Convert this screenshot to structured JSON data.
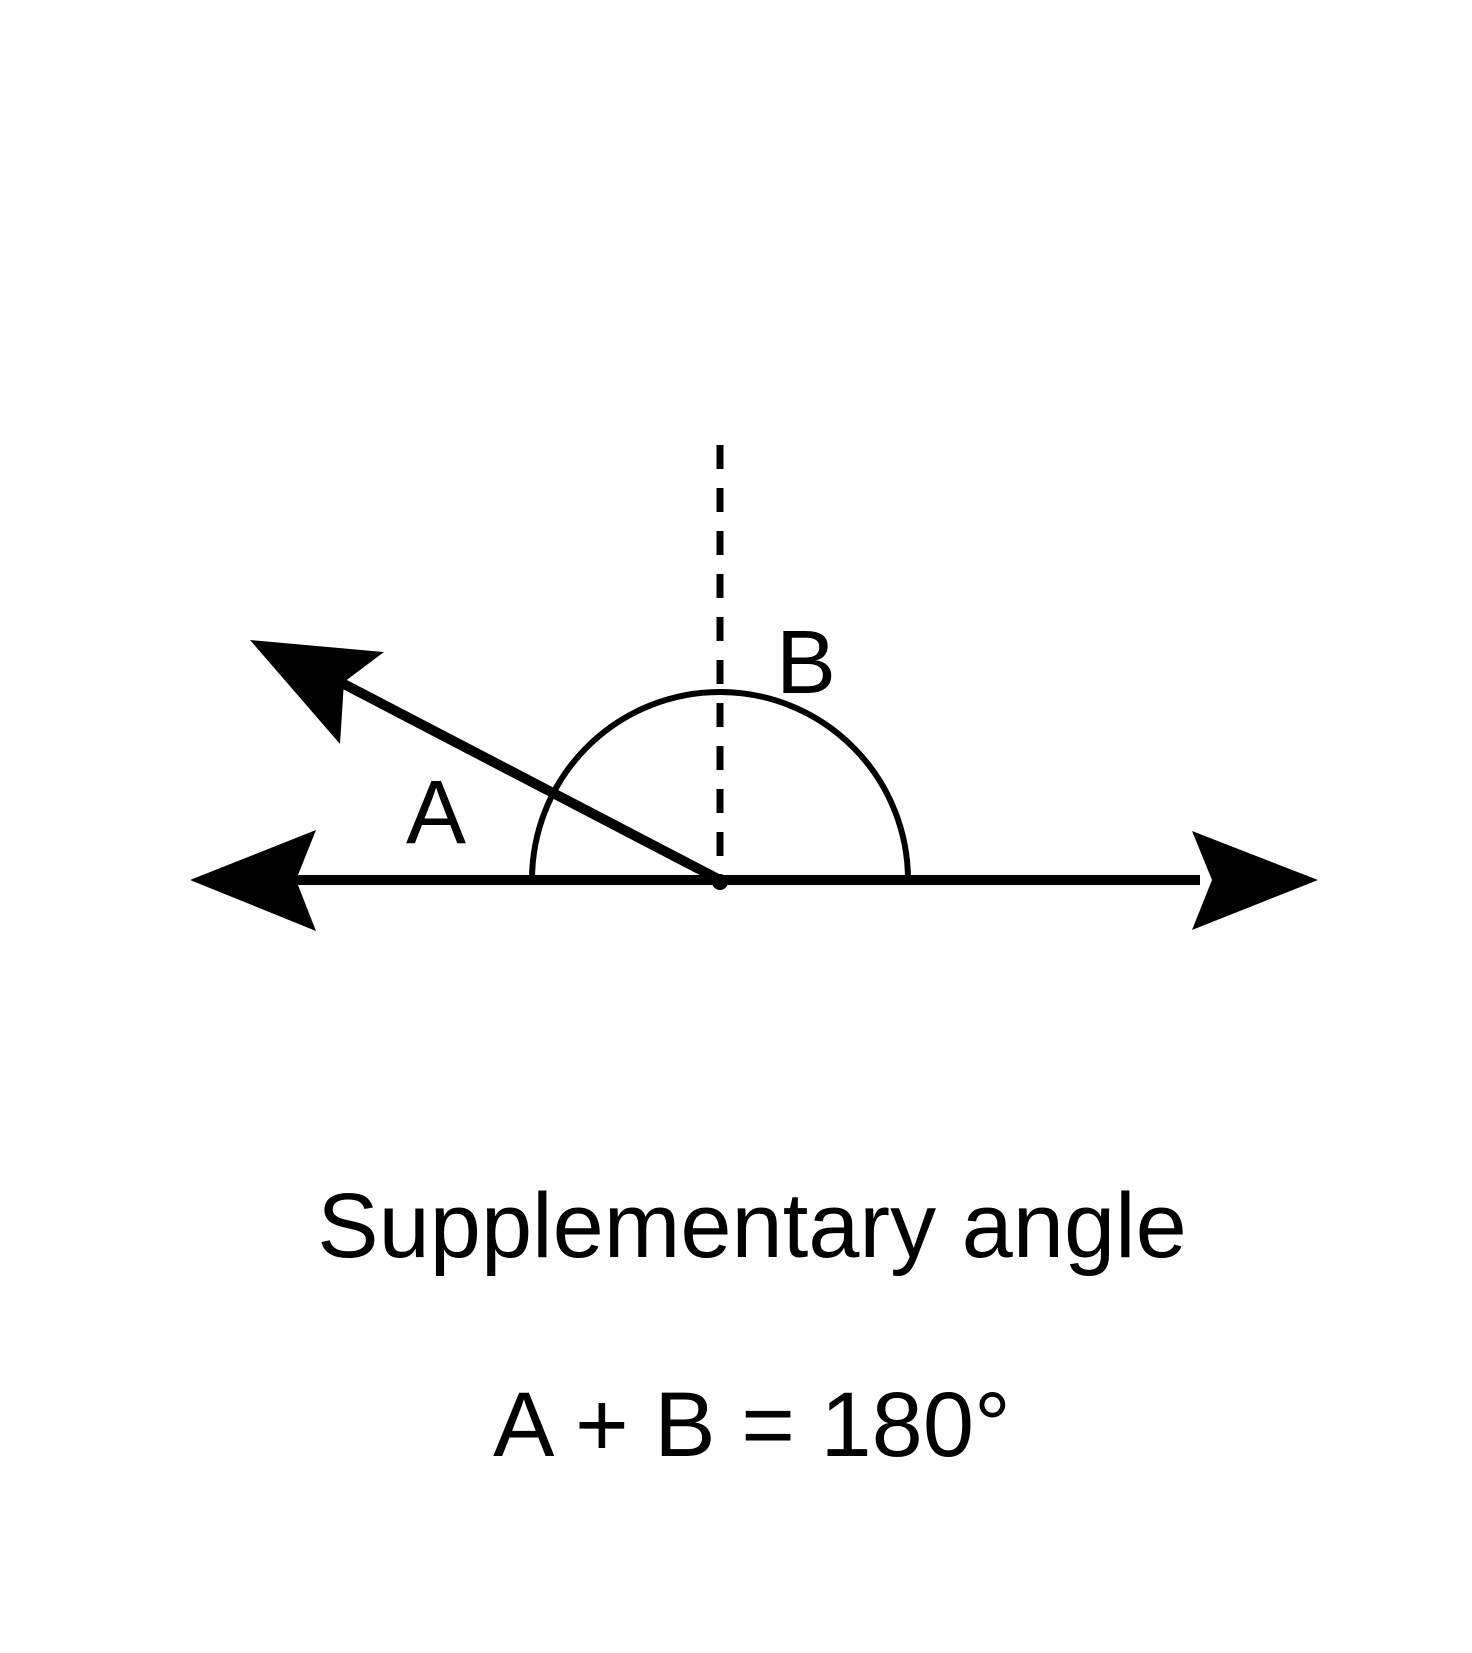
{
  "diagram": {
    "angle_a_label": "A",
    "angle_b_label": "B",
    "caption": "Supplementary angle",
    "equation": "A + B = 180°",
    "stroke_color": "#000000",
    "background_color": "#ffffff"
  }
}
